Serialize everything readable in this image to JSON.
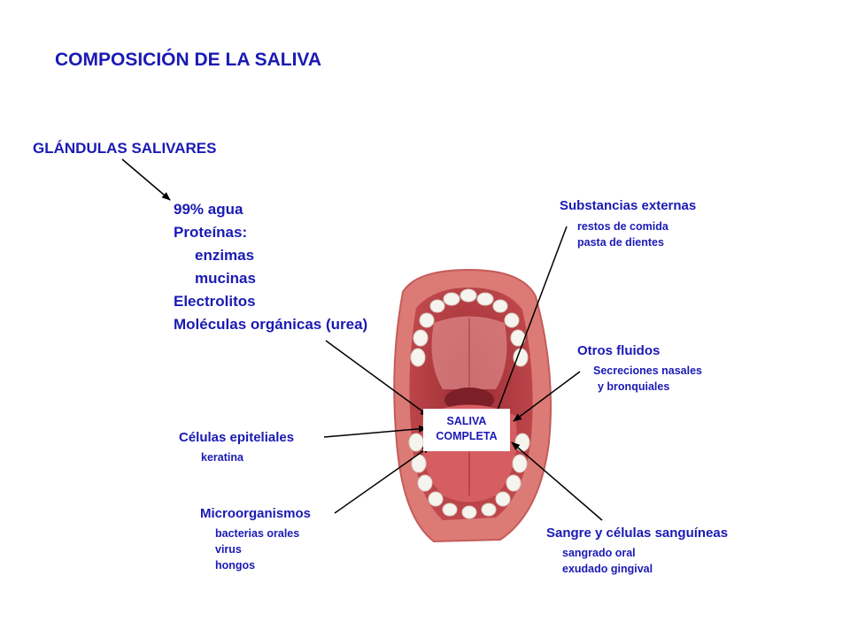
{
  "title": "COMPOSICIÓN DE LA SALIVA",
  "glands_label": "GLÁNDULAS SALIVARES",
  "composition": {
    "items": [
      "99% agua",
      "Proteínas:",
      "enzimas",
      "mucinas",
      "Electrolitos",
      "Moléculas orgánicas (urea)"
    ]
  },
  "external": {
    "heading": "Substancias externas",
    "items": [
      "restos de comida",
      "pasta de dientes"
    ]
  },
  "fluids": {
    "heading": "Otros fluidos",
    "items": [
      "Secreciones nasales",
      "y bronquiales"
    ]
  },
  "epithelial": {
    "heading": "Células epiteliales",
    "items": [
      "keratina"
    ]
  },
  "micro": {
    "heading": "Microorganismos",
    "items": [
      "bacterias orales",
      "virus",
      "hongos"
    ]
  },
  "blood": {
    "heading": "Sangre y células sanguíneas",
    "items": [
      "sangrado oral",
      "exudado gingival"
    ]
  },
  "saliva": {
    "line1": "SALIVA",
    "line2": "COMPLETA"
  },
  "colors": {
    "text": "#1a1ab4",
    "lip": "#d9706e",
    "mouth_inner": "#b03a3f",
    "tongue": "#d25a5e",
    "teeth": "#f6f4ee"
  }
}
